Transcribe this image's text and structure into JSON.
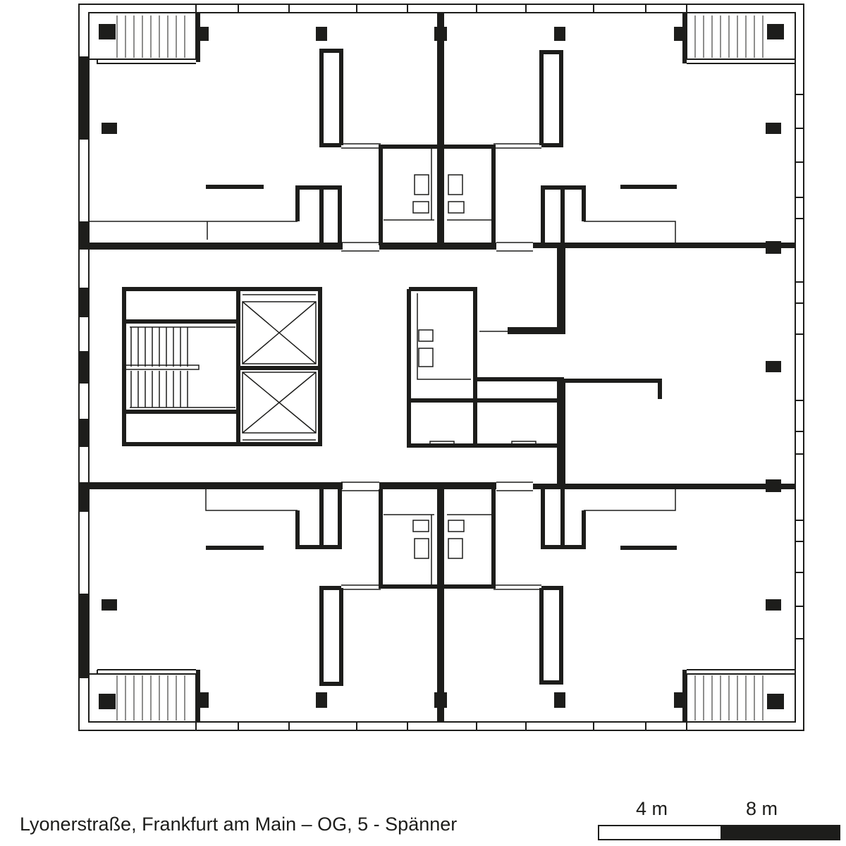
{
  "caption": "Lyonerstraße, Frankfurt am Main – OG, 5 - Spänner",
  "scale": {
    "label_1": "4 m",
    "label_2": "8 m"
  },
  "colors": {
    "wall": "#1d1d1b",
    "background": "#ffffff"
  }
}
